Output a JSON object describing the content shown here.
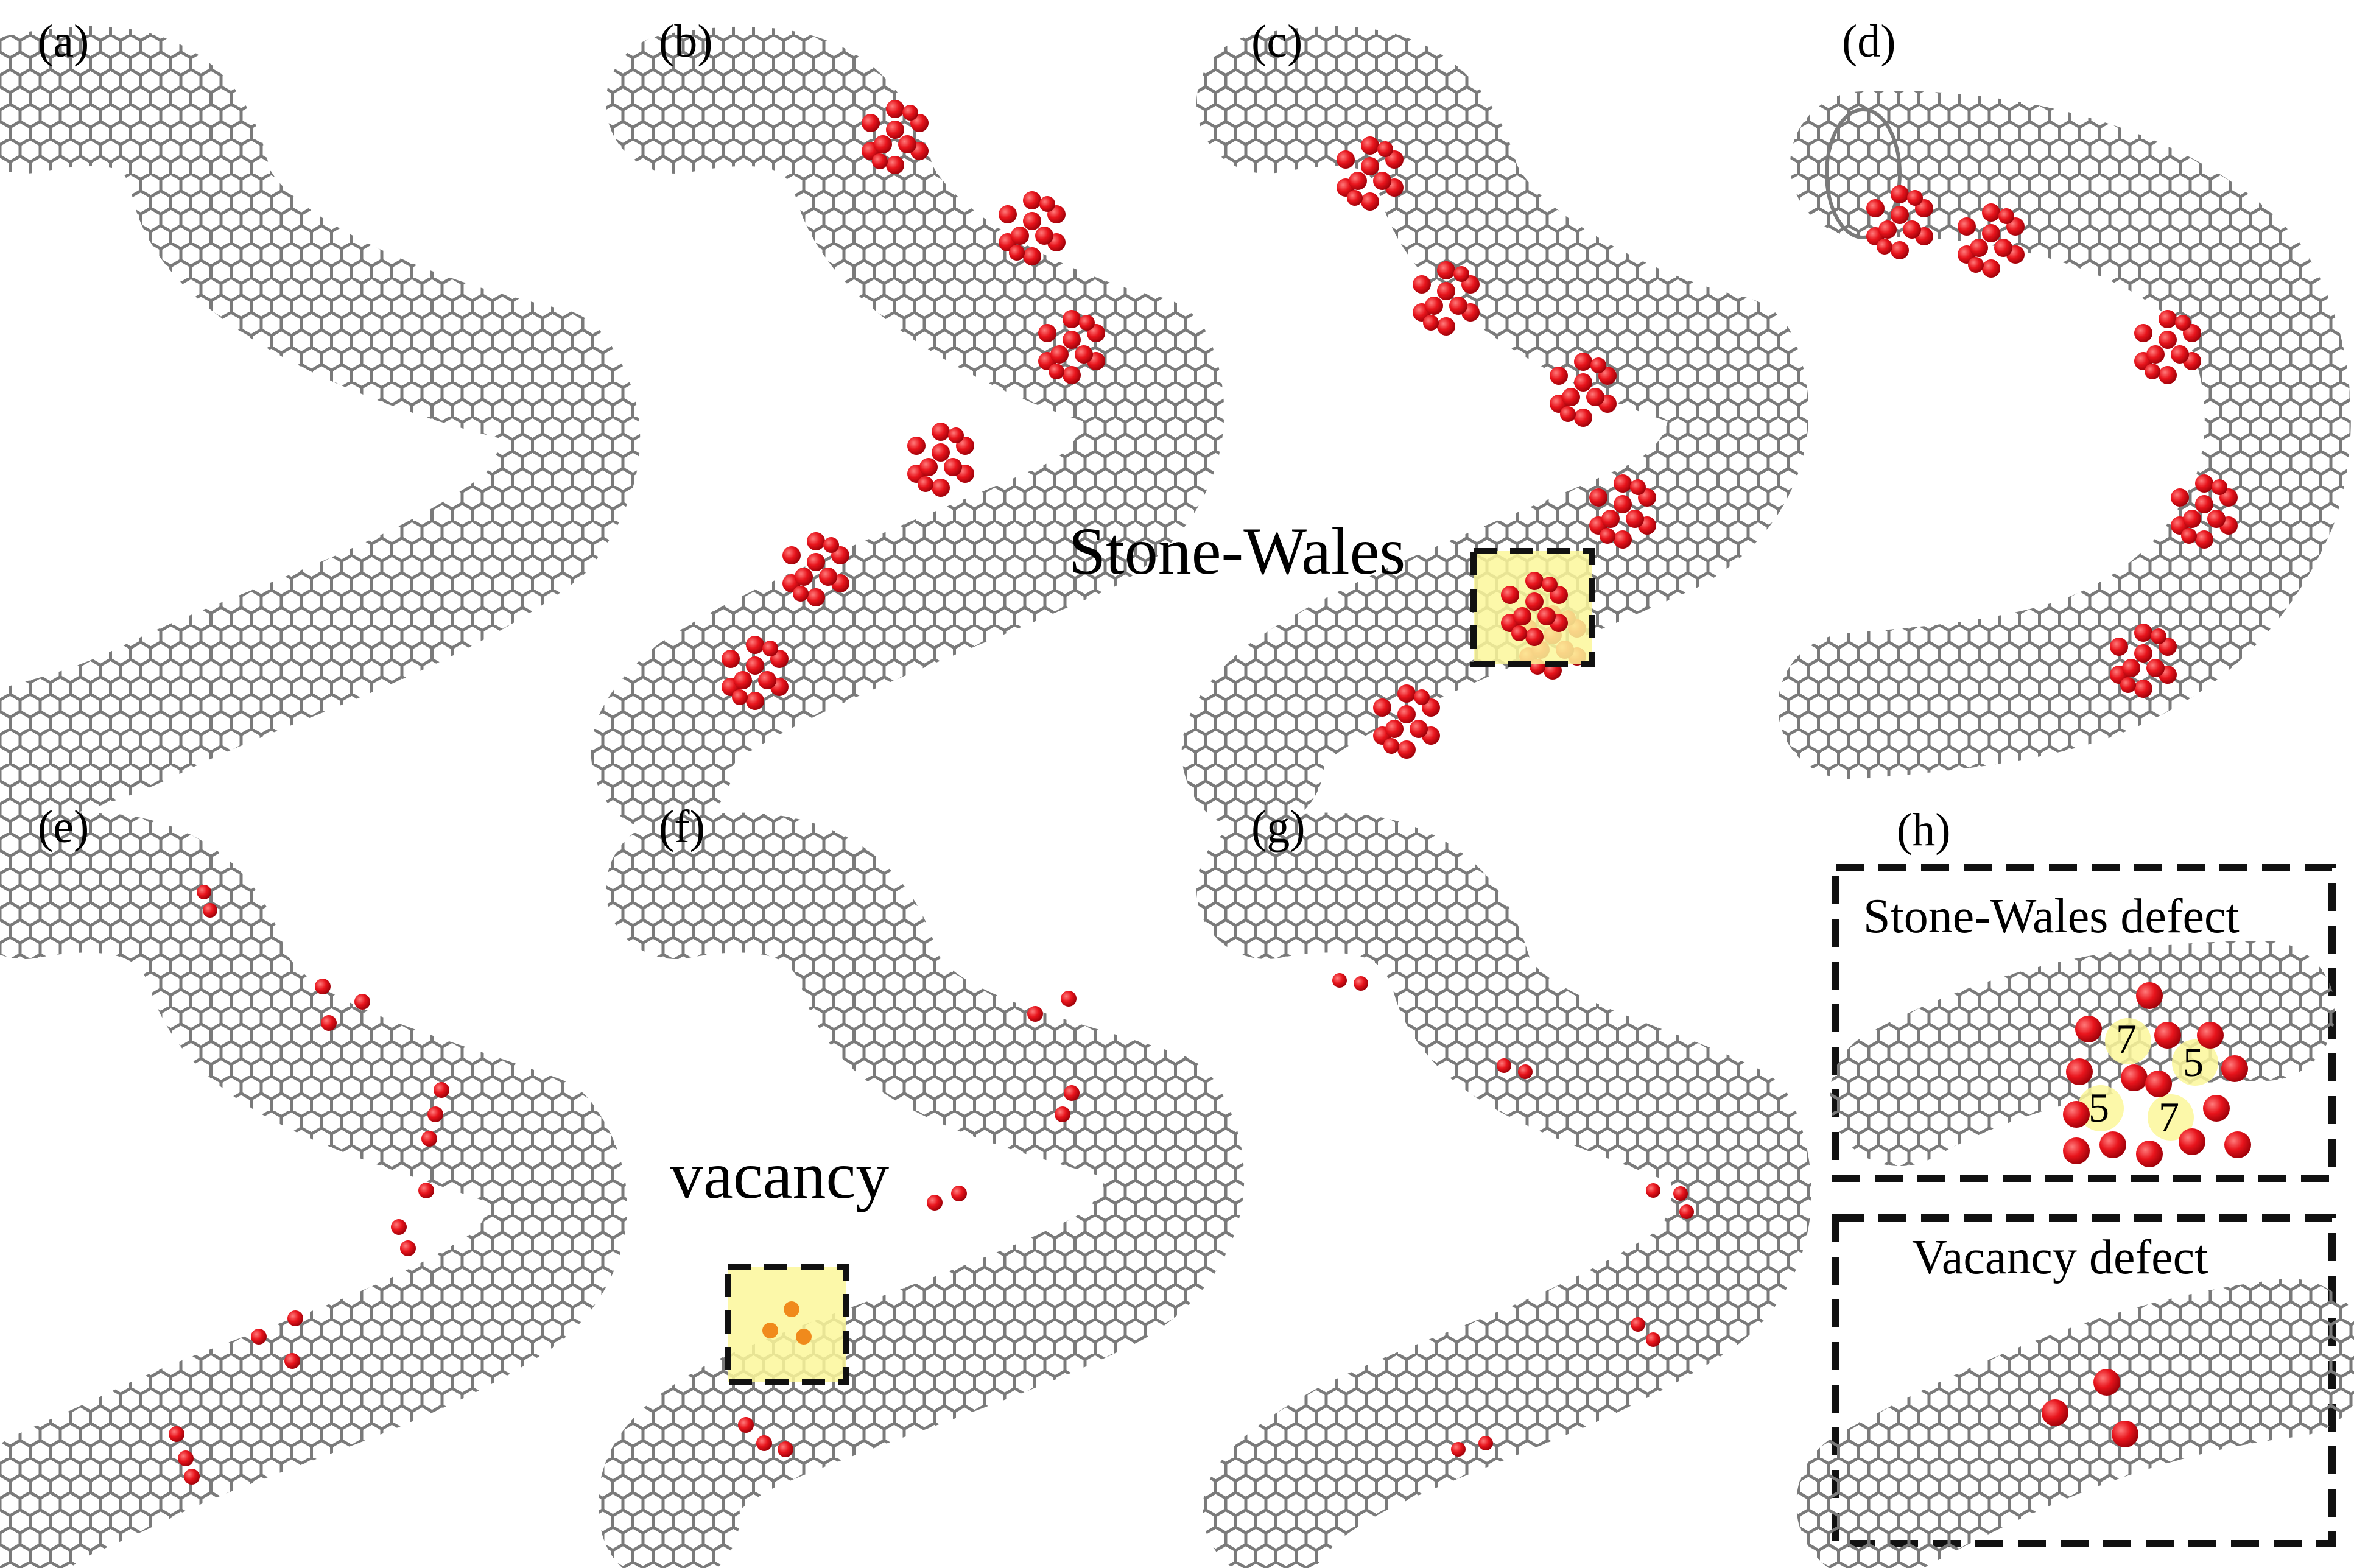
{
  "panels": [
    {
      "id": "a",
      "label": "(a)"
    },
    {
      "id": "b",
      "label": "(b)"
    },
    {
      "id": "c",
      "label": "(c)"
    },
    {
      "id": "d",
      "label": "(d)"
    },
    {
      "id": "e",
      "label": "(e)"
    },
    {
      "id": "f",
      "label": "(f)"
    },
    {
      "id": "g",
      "label": "(g)"
    },
    {
      "id": "h",
      "label": "(h)"
    }
  ],
  "annotations": {
    "stone_wales": "Stone-Wales",
    "vacancy": "vacancy",
    "stone_wales_defect": "Stone-Wales defect",
    "vacancy_defect": "Vacancy defect"
  },
  "ring_numbers": [
    "7",
    "5",
    "5",
    "7"
  ],
  "colors": {
    "lattice": "#7a7a7a",
    "atom": "#e8141c",
    "highlight": "#fbf79a",
    "frame": "#111111"
  }
}
